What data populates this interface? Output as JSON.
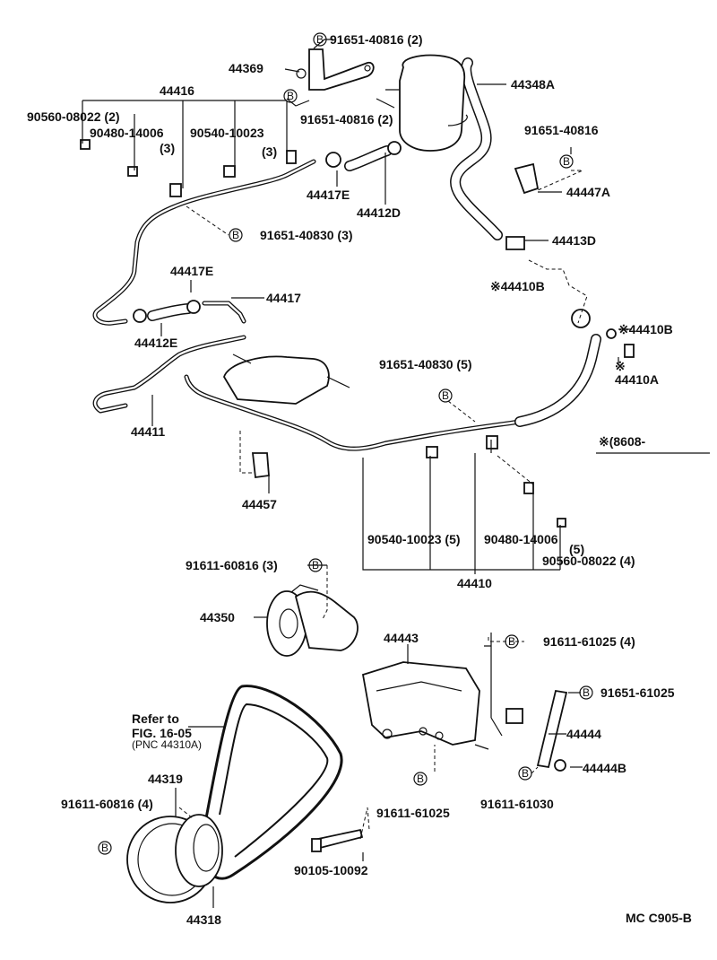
{
  "labels": {
    "p44369": "44369",
    "b91651_40816_2a": "91651-40816 (2)",
    "b91651_40816_2b": "91651-40816 (2)",
    "p44348A": "44348A",
    "p44416": "44416",
    "p90560_08022_2": "90560-08022 (2)",
    "p90480_14006": "90480-14006",
    "q3a": "(3)",
    "p90540_10023": "90540-10023",
    "q3b": "(3)",
    "p44417E_a": "44417E",
    "p44412D": "44412D",
    "b91651_40816": "91651-40816",
    "p44447A": "44447A",
    "b91651_40830_3": "91651-40830 (3)",
    "p44413D": "44413D",
    "p44417E_b": "44417E",
    "p44417": "44417",
    "s44410B_a": "44410B",
    "p44412E": "44412E",
    "s44410B_b": "44410B",
    "b91651_40830_5": "91651-40830 (5)",
    "s44410A": "44410A",
    "p44411": "44411",
    "note8608": "(8608-",
    "p44457": "44457",
    "p90540_10023_5": "90540-10023 (5)",
    "p90480_14006_b": "90480-14006",
    "q5": "(5)",
    "p90560_08022_4": "90560-08022 (4)",
    "p44410": "44410",
    "b91611_60816_3": "91611-60816 (3)",
    "p44350": "44350",
    "p44443": "44443",
    "b91611_61025_4": "91611-61025 (4)",
    "b91651_61025": "91651-61025",
    "refer1": "Refer to",
    "refer2": "FIG. 16-05",
    "refer3": "(PNC 44310A)",
    "p44444": "44444",
    "p44319": "44319",
    "p44444B": "44444B",
    "b91611_61025": "91611-61025",
    "b91611_61030": "91611-61030",
    "b91611_60816_4": "91611-60816 (4)",
    "p90105_10092": "90105-10092",
    "p44318": "44318",
    "code": "MC C905-B"
  },
  "symbols": {
    "bolt_marker": "B",
    "star_marker": "※"
  }
}
